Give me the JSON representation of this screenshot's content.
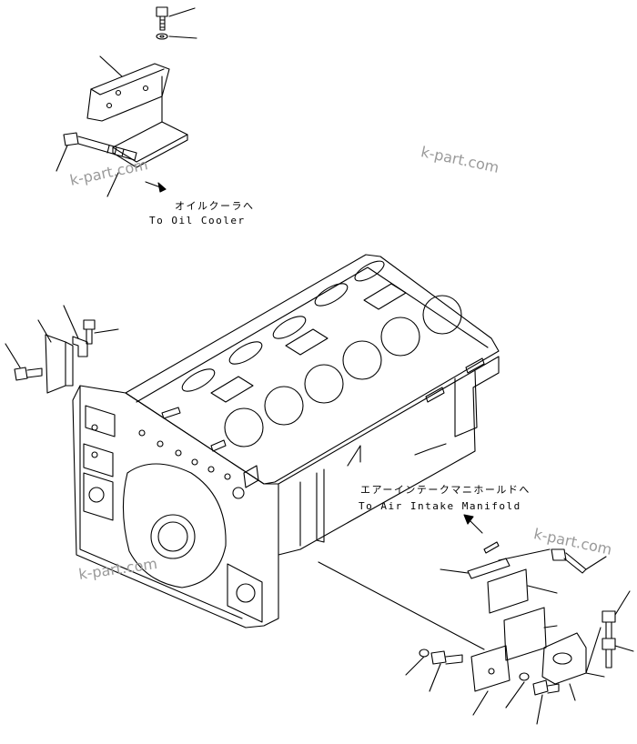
{
  "callouts": {
    "oil_cooler_jp": "オイルクーラへ",
    "oil_cooler_en": "To Oil Cooler",
    "air_intake_jp": "エアーインテークマニホールドへ",
    "air_intake_en": "To Air Intake Manifold"
  },
  "watermark": {
    "text": "k-part.com"
  },
  "colors": {
    "line": "#000000",
    "background": "#ffffff",
    "watermark": "#9a9a9a"
  }
}
